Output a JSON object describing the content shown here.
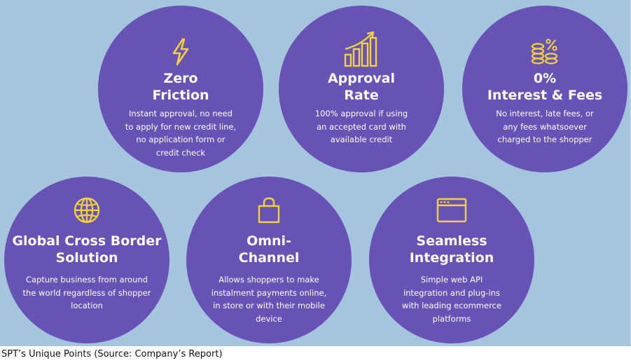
{
  "features": [
    {
      "icon": "lightning-bolt-icon",
      "title_line1": "Zero",
      "title_line2": "Friction",
      "description": "Instant approval, no need to apply for new credit line, no application form or credit check"
    },
    {
      "icon": "rising-bar-chart-icon",
      "title_line1": "Approval",
      "title_line2": "Rate",
      "description": "100% approval if using an accepted card with available credit"
    },
    {
      "icon": "coins-percent-icon",
      "title_line1": "0%",
      "title_line2": "Interest & Fees",
      "description": "No interest, late fees, or any fees whatsoever charged to the shopper"
    },
    {
      "icon": "globe-icon",
      "title_line1": "Global Cross Border",
      "title_line2": "Solution",
      "description": "Capture business from around the world regardless of shopper location"
    },
    {
      "icon": "shopping-bag-icon",
      "title_line1": "Omni-",
      "title_line2": "Channel",
      "description": "Allows shoppers to make instalment payments online, in store or with their mobile device"
    },
    {
      "icon": "browser-window-icon",
      "title_line1": "Seamless",
      "title_line2": "Integration",
      "description": "Simple web API integration and plug-ins with leading ecommerce platforms"
    }
  ],
  "caption": "SPT’s Unique Points (Source: Company’s Report)",
  "colors": {
    "background": "#a7c4de",
    "circle": "#6752b6",
    "icon_accent": "#f4d33a",
    "text": "#ffffff"
  }
}
